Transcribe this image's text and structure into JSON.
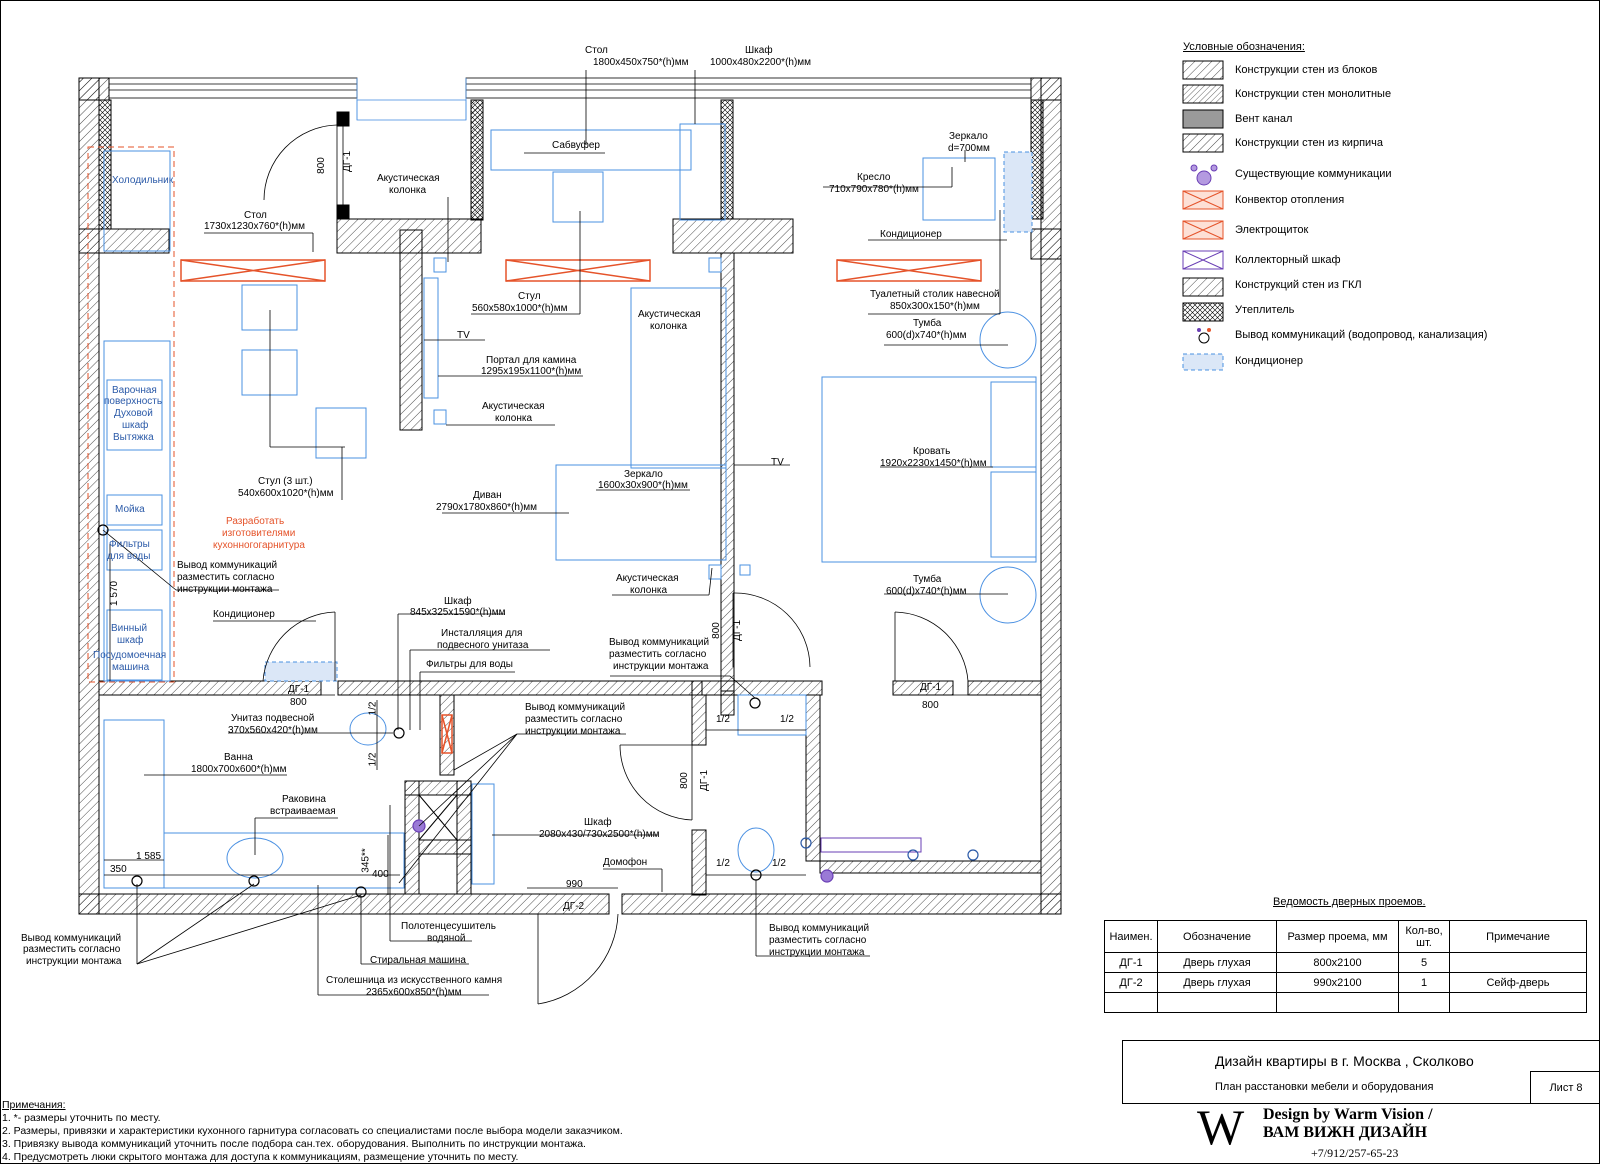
{
  "legend": {
    "title": "Условные обозначения:",
    "items": [
      {
        "label": "Конструкции стен из блоков",
        "icon": "hatch-light"
      },
      {
        "label": "Конструкции стен монолитные",
        "icon": "hatch-dense"
      },
      {
        "label": "Вент канал",
        "icon": "hatch-gray"
      },
      {
        "label": "Конструкции стен из кирпича",
        "icon": "hatch-light"
      },
      {
        "label": "Существующие коммуникации",
        "icon": "purple-circles"
      },
      {
        "label": "Конвектор отопления",
        "icon": "red-cross-box"
      },
      {
        "label": "Электрощиток",
        "icon": "red-cross-box"
      },
      {
        "label": "Коллекторный шкаф",
        "icon": "purple-cross-box"
      },
      {
        "label": "Конструкций стен из ГКЛ",
        "icon": "hatch-light"
      },
      {
        "label": "Утеплитель",
        "icon": "crosshatch"
      },
      {
        "label": "Вывод коммуникаций (водопровод, канализация)",
        "icon": "target-symbol"
      },
      {
        "label": "Кондиционер",
        "icon": "blue-dashed-box"
      }
    ]
  },
  "plan": {
    "labels": {
      "stol_top": "Стол",
      "stol_top_dim": "1800x450x750*(h)мм",
      "shkaf_top": "Шкаф",
      "shkaf_top_dim": "1000x480x2200*(h)мм",
      "sabvufer": "Сабвуфер",
      "ak1": "Акустическая",
      "ak1b": "колонка",
      "stol_k": "Стол",
      "stol_k_dim": "1730x1230x760*(h)мм",
      "holod": "Холодильник",
      "dg1_a": "ДГ-1",
      "d800_a": "800",
      "stul": "Стул",
      "stul_dim": "560x580x1000*(h)мм",
      "ak2": "Акустическая",
      "ak2b": "колонка",
      "tv1": "TV",
      "portal": "Портал для камина",
      "portal_dim": "1295x195x1100*(h)мм",
      "ak3": "Акустическая",
      "ak3b": "колонка",
      "varoch1": "Варочная",
      "varoch2": "поверхность",
      "duh1": "Духовой",
      "duh2": "шкаф",
      "vyt": "Вытяжка",
      "stul3": "Стул (3 шт.)",
      "stul3_dim": "540x600x1020*(h)мм",
      "divan": "Диван",
      "divan_dim": "2790x1780x860*(h)мм",
      "zerk": "Зеркало",
      "zerk_dim": "1600x30x900*(h)мм",
      "tv2": "TV",
      "moika": "Мойка",
      "filt1": "Фильтры",
      "filt2": "для воды",
      "razr1": "Разработать",
      "razr2": "изготовителями",
      "razr3": "кухонногогарнитура",
      "vyv_k1": "Вывод коммуникаций",
      "vyv_k2": "разместить согласно",
      "vyv_k3": "инструкции монтажа",
      "dim1570": "1 570",
      "ak4": "Акустическая",
      "ak4b": "колонка",
      "vin1": "Винный",
      "vin2": "шкаф",
      "posud1": "Посудомоечная",
      "posud2": "машина",
      "kond_l": "Кондиционер",
      "shkaf2": "Шкаф",
      "shkaf2_dim": "845x325x1590*(h)мм",
      "inst1": "Инсталляция для",
      "inst2": "подвесного унитаза",
      "filt_v": "Фильтры для воды",
      "vyv_h1": "Вывод коммуникаций",
      "vyv_h2": "разместить согласно",
      "vyv_h3": "инструкции монтажа",
      "dg1_b": "ДГ-1",
      "d800_b": "800",
      "half": "1/2",
      "unit1": "Унитаз подвесной",
      "unit_dim": "370x560x420*(h)мм",
      "vanna": "Ванна",
      "vanna_dim": "1800x700x600*(h)мм",
      "rak1": "Раковина",
      "rak2": "встраиваемая",
      "vyv_b1": "Вывод коммуникаций",
      "vyv_b2": "разместить согласно",
      "vyv_b3": "инструкции монтажа",
      "dg1_c": "ДГ-1",
      "d800_c": "800",
      "dim345": "345**",
      "dim400": "400",
      "dim1585": "1 585",
      "dim350": "350",
      "shkaf3": "Шкаф",
      "shkaf3_dim": "2080x430/730x2500*(h)мм",
      "domofon": "Домофон",
      "dim990": "990",
      "dg2": "ДГ-2",
      "dg1_d": "ДГ-1",
      "d800_d": "800",
      "polot1": "Полотенцесушитель",
      "polot2": "водяной",
      "stir": "Стиральная машина",
      "stolesh1": "Столешница из искусственного камня",
      "stolesh2": "2365x600x850*(h)мм",
      "vyv_c1": "Вывод коммуникаций",
      "vyv_c2": "разместить согласно",
      "vyv_c3": "инструкции монтажа",
      "vyv_l1": "Вывод коммуникаций",
      "vyv_l2": "разместить согласно",
      "vyv_l3": "инструкции монтажа",
      "zerk_r": "Зеркало",
      "zerk_r_dim": "d=700мм",
      "kreslo": "Кресло",
      "kreslo_dim": "710x790x780*(h)мм",
      "kond_r": "Кондиционер",
      "tual": "Туалетный столик навесной",
      "tual_dim": "850x300x150*(h)мм",
      "tumba1": "Тумба",
      "tumba1_dim": "600(d)x740*(h)мм",
      "krovat": "Кровать",
      "krovat_dim": "1920x2230x1450*(h)мм",
      "tumba2": "Тумба",
      "tumba2_dim": "600(d)x740*(h)мм",
      "dg1_e": "ДГ-1",
      "d800_e": "800",
      "dg1_f": "ДГ-1",
      "d800_f": "800"
    }
  },
  "doors_table": {
    "title": "Ведомость дверных проемов.",
    "headers": [
      "Наимен.",
      "Обозначение",
      "Размер проема, мм",
      "Кол-во, шт.",
      "Примечание"
    ],
    "rows": [
      [
        "ДГ-1",
        "Дверь глухая",
        "800x2100",
        "5",
        ""
      ],
      [
        "ДГ-2",
        "Дверь глухая",
        "990x2100",
        "1",
        "Сейф-дверь"
      ],
      [
        "",
        "",
        "",
        "",
        ""
      ]
    ]
  },
  "title_block": {
    "project": "Дизайн квартиры в г. Москва , Сколково",
    "sheet_name": "План расстановки мебели и оборудования",
    "sheet": "Лист 8"
  },
  "brand": {
    "letter": "W",
    "line1": "Design by Warm Vision /",
    "line2": "ВАМ ВИЖН ДИЗАЙН",
    "phone": "+7/912/257-65-23"
  },
  "notes": {
    "heading": "Примечания:",
    "items": [
      "1. *- размеры уточнить по месту.",
      "2. Размеры, привязки и характеристики кухонного гарнитура согласовать со специалистами после выбора модели заказчиком.",
      "3. Привязку вывода коммуникаций уточнить после подбора сан.тех. оборудования. Выполнить по инструкции монтажа.",
      "4. Предусмотреть люки скрытого монтажа для доступа к коммуникациям, размещение уточнить по месту."
    ]
  },
  "colors": {
    "wall": "#000000",
    "furniture": "#4a90e2",
    "convector": "#e5532a",
    "collector": "#6a3fb5",
    "kitchen_dash": "#e5532a"
  }
}
